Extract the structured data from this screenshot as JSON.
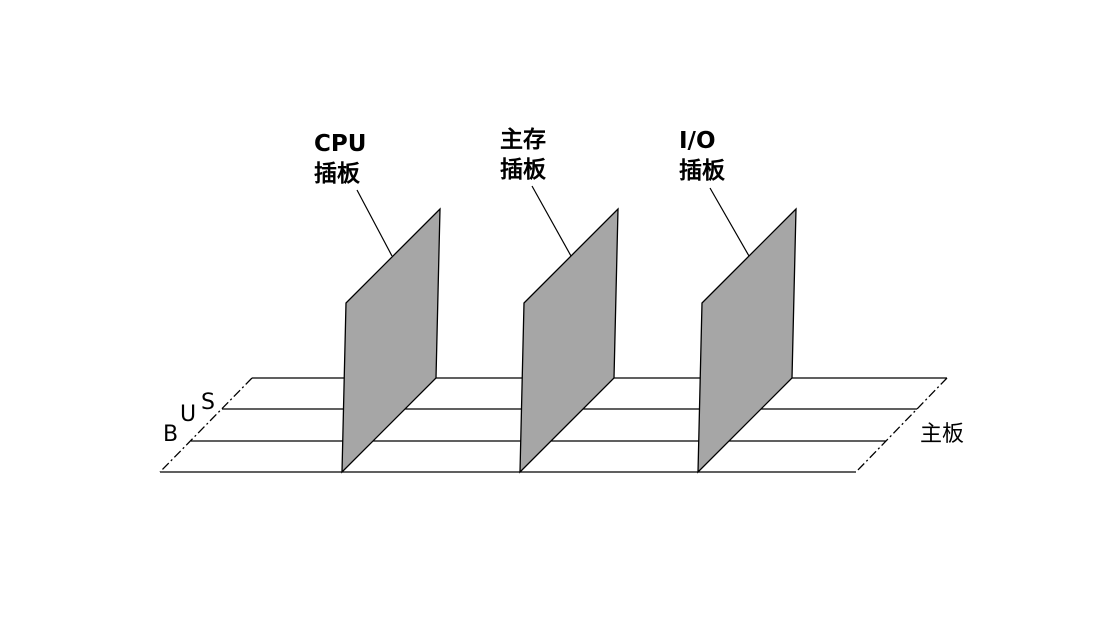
{
  "labels": {
    "cpu_board_line1": "CPU",
    "cpu_board_line2": "插板",
    "memory_board_line1": "主存",
    "memory_board_line2": "插板",
    "io_board_line1": "I/O",
    "io_board_line2": "插板",
    "motherboard": "主板",
    "bus_letters": [
      "B",
      "U",
      "S"
    ]
  },
  "colors": {
    "board_fill": "#a6a6a6",
    "stroke": "#000000",
    "background": "#ffffff"
  }
}
